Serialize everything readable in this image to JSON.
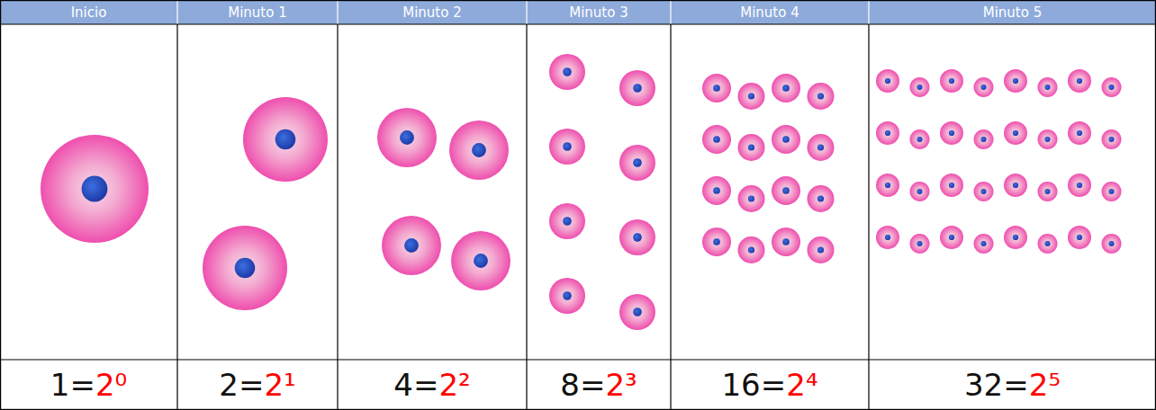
{
  "diagram": {
    "labels": [
      "Inicio",
      "Minuto 1",
      "Minuto 2",
      "Minuto 3",
      "Minuto 4",
      "Minuto 5",
      "1=2⁰",
      "2=2¹",
      "4=2²",
      "8=2³",
      "16=2⁴",
      "32=2⁵"
    ]
  }
}
